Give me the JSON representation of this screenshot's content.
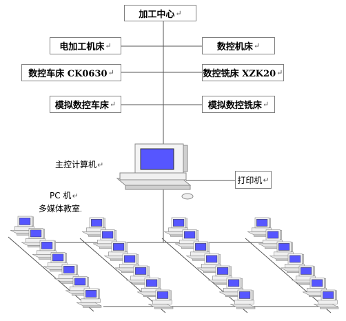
{
  "top": {
    "label": "加工中心"
  },
  "machines_left": [
    {
      "label": "电加工机床"
    },
    {
      "label": "数控车床 CK0630"
    },
    {
      "label": "模拟数控车床"
    }
  ],
  "machines_right": [
    {
      "label": "数控机床"
    },
    {
      "label": "数控铣床 XZK20"
    },
    {
      "label": "模拟数控铣床"
    }
  ],
  "main_computer": {
    "label": "主控计算机"
  },
  "printer": {
    "label": "打印机"
  },
  "pc_label": "PC 机",
  "lab_label": "多媒体教室",
  "return_glyph": "↵",
  "computer_rows": 4,
  "computers_per_row": 7,
  "colors": {
    "screen": "#5656ff",
    "line": "#555555",
    "box_border": "#7f7f7f"
  }
}
